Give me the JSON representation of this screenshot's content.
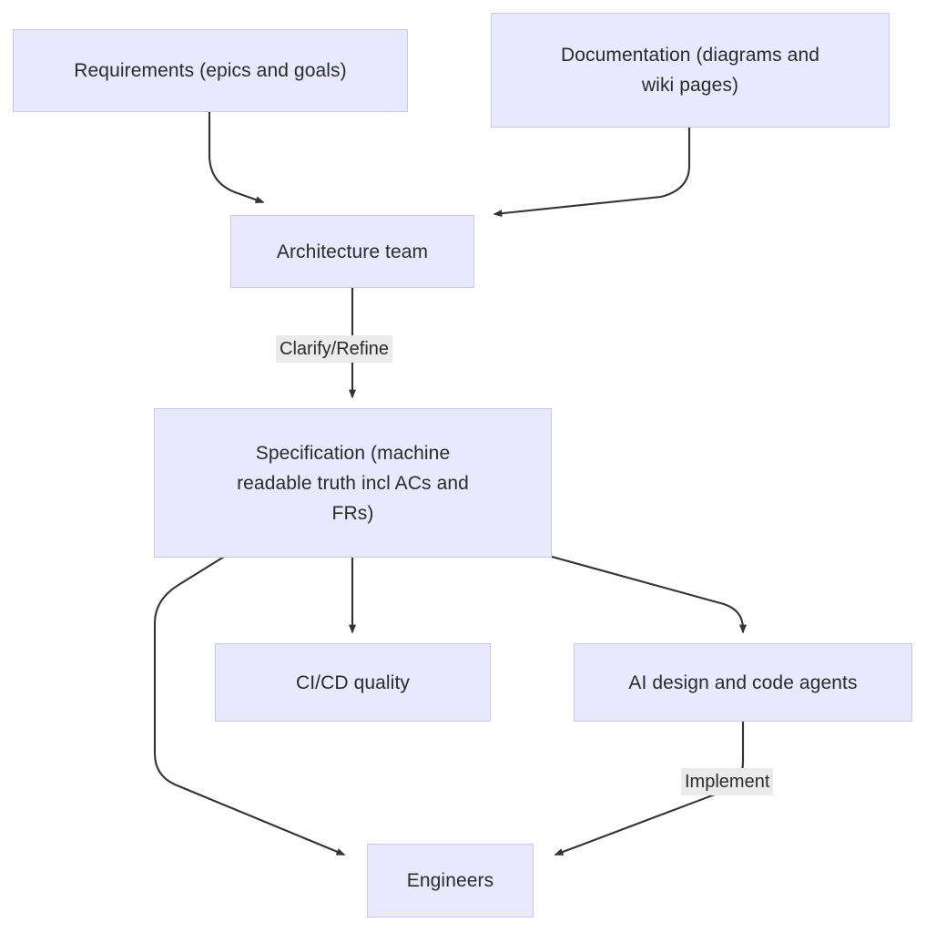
{
  "diagram": {
    "type": "flowchart",
    "direction": "top-down",
    "background": "#ffffff",
    "node_fill": "#e8e9fd",
    "node_border": "#c6c8f7",
    "edge_color": "#333333",
    "edge_label_bg": "#ebebeb",
    "text_color": "#2b2b2b"
  },
  "nodes": [
    {
      "id": "requirements",
      "label": "Requirements (epics and goals)"
    },
    {
      "id": "documentation",
      "label": "Documentation (diagrams and\nwiki pages)"
    },
    {
      "id": "architecture-team",
      "label": "Architecture team"
    },
    {
      "id": "specification",
      "label": "Specification (machine\nreadable truth incl ACs and\nFRs)"
    },
    {
      "id": "cicd-quality",
      "label": "CI/CD quality"
    },
    {
      "id": "ai-agents",
      "label": "AI design and code agents"
    },
    {
      "id": "engineers",
      "label": "Engineers"
    }
  ],
  "edges": [
    {
      "id": "requirements-to-architecture",
      "from": "requirements",
      "to": "architecture-team",
      "label": ""
    },
    {
      "id": "documentation-to-architecture",
      "from": "documentation",
      "to": "architecture-team",
      "label": ""
    },
    {
      "id": "architecture-to-specification",
      "from": "architecture-team",
      "to": "specification",
      "label": "Clarify/Refine"
    },
    {
      "id": "specification-to-cicd",
      "from": "specification",
      "to": "cicd-quality",
      "label": ""
    },
    {
      "id": "specification-to-ai-agents",
      "from": "specification",
      "to": "ai-agents",
      "label": ""
    },
    {
      "id": "specification-to-engineers",
      "from": "specification",
      "to": "engineers",
      "label": ""
    },
    {
      "id": "ai-agents-to-engineers",
      "from": "ai-agents",
      "to": "engineers",
      "label": "Implement"
    }
  ],
  "edge_labels": {
    "clarify_refine": "Clarify/Refine",
    "implement": "Implement"
  }
}
